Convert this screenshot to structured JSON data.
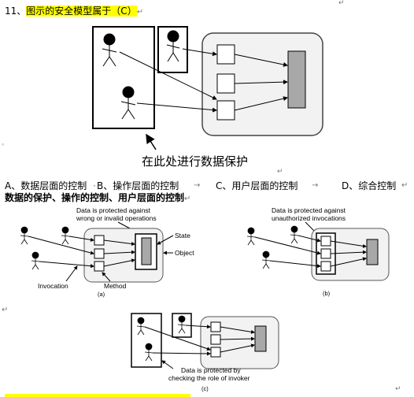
{
  "question": {
    "number": "11、",
    "text": "图示的安全模型属于（",
    "answer": "C",
    "close": "）"
  },
  "figure_top": {
    "caption": "在此处进行数据保护"
  },
  "options": {
    "a": "A、数据层面的控制",
    "b": "B、操作层面的控制",
    "c": "C、用户层面的控制",
    "d": "D、综合控制"
  },
  "summary": "数据的保护、操作的控制、用户层面的控制",
  "diagram_a": {
    "label_top_1": "Data is protected against",
    "label_top_2": "wrong or invalid operations",
    "label_state": "State",
    "label_object": "Object",
    "label_invocation": "Invocation",
    "label_method": "Method",
    "caption": "(a)"
  },
  "diagram_b": {
    "label_top_1": "Data is protected against",
    "label_top_2": "unauthorized invocations",
    "caption": "(b)"
  },
  "diagram_c": {
    "label_bottom_1": "Data is protected by",
    "label_bottom_2": "checking the role of invoker",
    "caption": "(c)"
  },
  "paragraph_mark": "↵",
  "arrow_mark": "→"
}
